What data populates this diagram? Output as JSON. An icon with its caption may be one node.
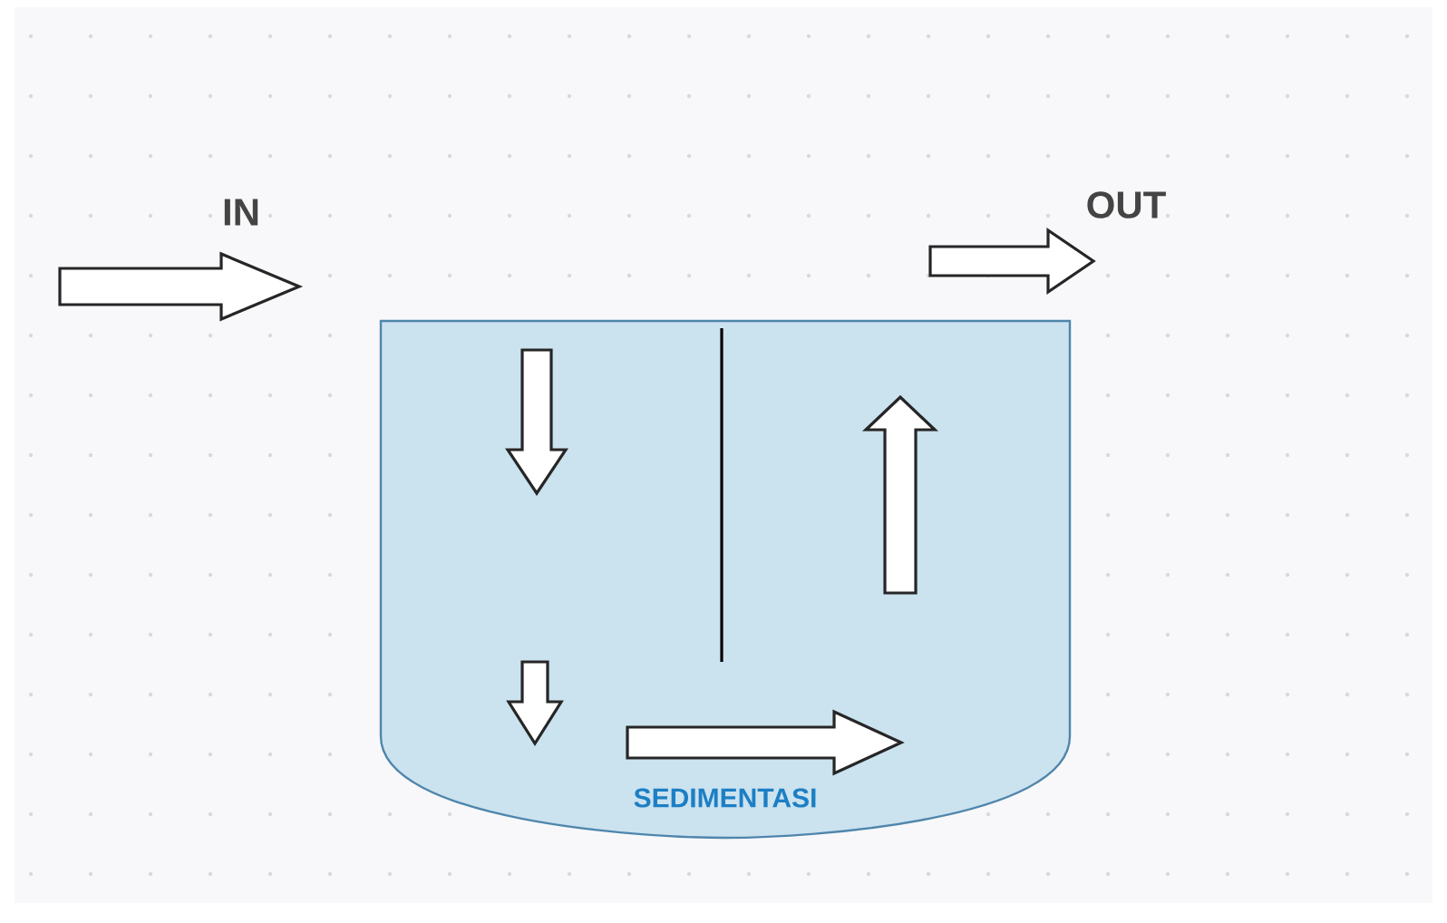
{
  "diagram": {
    "nodes": [
      {
        "text": [
          "SEDIMENTASI"
        ]
      }
    ],
    "labels": [
      "IN",
      "OUT"
    ]
  }
}
